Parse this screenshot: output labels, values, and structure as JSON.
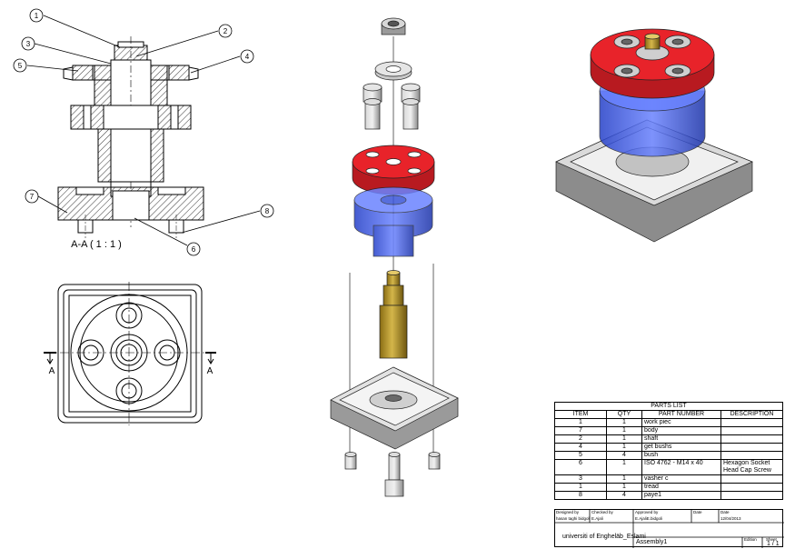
{
  "drawing": {
    "section_label": "A-A ( 1 : 1 )",
    "cut_label_left": "A",
    "cut_label_right": "A",
    "balloons": [
      "1",
      "2",
      "3",
      "4",
      "5",
      "7",
      "8",
      "6"
    ]
  },
  "parts_list": {
    "title": "PARTS LIST",
    "headers": [
      "ITEM",
      "QTY",
      "PART NUMBER",
      "DESCRIPTION"
    ],
    "rows": [
      {
        "item": "1",
        "qty": "1",
        "part": "work piec",
        "desc": ""
      },
      {
        "item": "7",
        "qty": "1",
        "part": "body",
        "desc": ""
      },
      {
        "item": "2",
        "qty": "1",
        "part": "shaft",
        "desc": ""
      },
      {
        "item": "4",
        "qty": "1",
        "part": "get bushs",
        "desc": ""
      },
      {
        "item": "5",
        "qty": "4",
        "part": "bush",
        "desc": ""
      },
      {
        "item": "6",
        "qty": "1",
        "part": "ISO 4762 - M14 x 40",
        "desc": "Hexagon Socket Head Cap Screw"
      },
      {
        "item": "3",
        "qty": "1",
        "part": "vasher c",
        "desc": ""
      },
      {
        "item": "1",
        "qty": "1",
        "part": "tread",
        "desc": ""
      },
      {
        "item": "8",
        "qty": "4",
        "part": "paye1",
        "desc": ""
      }
    ]
  },
  "title_block": {
    "designed_by_label": "Designed by",
    "designed_by": "hasan taghi bidgoli",
    "checked_by_label": "Checked by",
    "checked_by": "E.Ajali",
    "approved_by_label": "Approved by",
    "approved_by": "E.AjaliE.bidgoli",
    "date_label": "Date",
    "date_label2": "Date",
    "date": "12/04/2013",
    "organization": "universiti of Engheläb_Eslami",
    "drawing_title": "Assembly1",
    "edition_label": "Edition",
    "sheet_label": "Sheet",
    "sheet": "1 / 1"
  },
  "colors": {
    "red": "#e8232a",
    "blue": "#3a55d8",
    "gold": "#b89a2a",
    "gray": "#b8b8b8",
    "line": "#000000"
  }
}
